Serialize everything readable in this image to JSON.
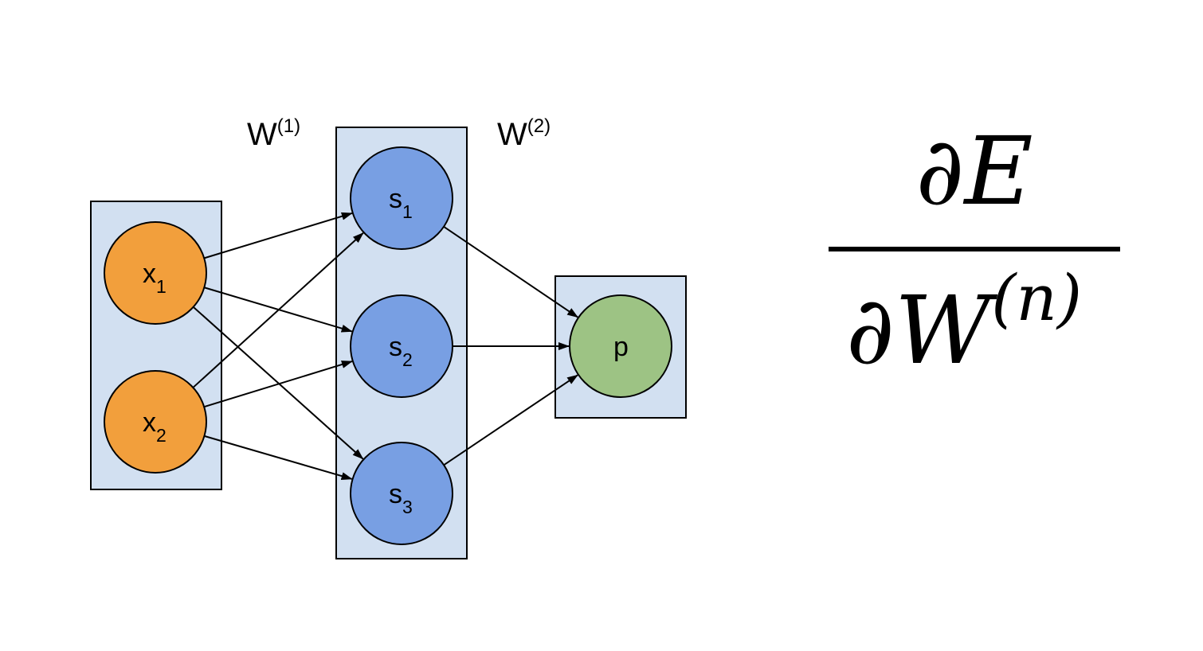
{
  "colors": {
    "box_fill": "#d2e0f1",
    "input_node": "#f29f3c",
    "hidden_node": "#789fe3",
    "output_node": "#9dc384",
    "stroke": "#000000"
  },
  "layers": {
    "input": {
      "nodes": [
        {
          "id": "x1",
          "base": "x",
          "sub": "1"
        },
        {
          "id": "x2",
          "base": "x",
          "sub": "2"
        }
      ]
    },
    "hidden": {
      "nodes": [
        {
          "id": "s1",
          "base": "s",
          "sub": "1"
        },
        {
          "id": "s2",
          "base": "s",
          "sub": "2"
        },
        {
          "id": "s3",
          "base": "s",
          "sub": "3"
        }
      ]
    },
    "output": {
      "nodes": [
        {
          "id": "p",
          "base": "p",
          "sub": ""
        }
      ]
    }
  },
  "weights": [
    {
      "base": "W",
      "sup": "(1)"
    },
    {
      "base": "W",
      "sup": "(2)"
    }
  ],
  "edges": [
    {
      "from": "x1",
      "to": "s1"
    },
    {
      "from": "x1",
      "to": "s2"
    },
    {
      "from": "x1",
      "to": "s3"
    },
    {
      "from": "x2",
      "to": "s1"
    },
    {
      "from": "x2",
      "to": "s2"
    },
    {
      "from": "x2",
      "to": "s3"
    },
    {
      "from": "s1",
      "to": "p"
    },
    {
      "from": "s2",
      "to": "p"
    },
    {
      "from": "s3",
      "to": "p"
    }
  ],
  "formula": {
    "numerator": {
      "partial": "∂",
      "var": "E"
    },
    "denominator": {
      "partial": "∂",
      "var": "W",
      "sup": "(n)"
    }
  }
}
